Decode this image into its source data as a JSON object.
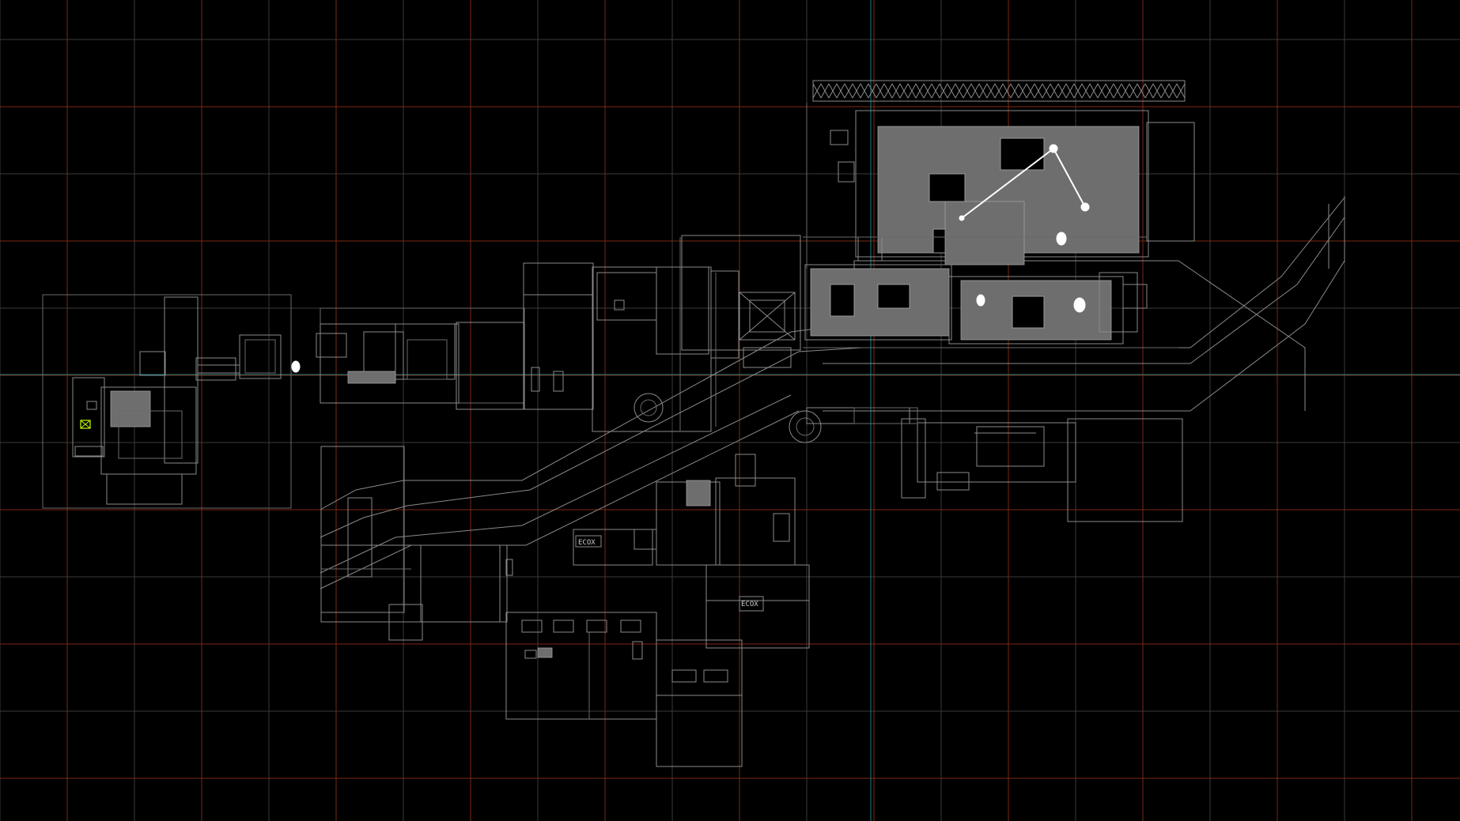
{
  "viewport": {
    "type": "top-down wireframe level editor view",
    "background": "#000000",
    "grid_major_color": "#7a2a12",
    "grid_minor_color": "#3a3a3a",
    "axis_color": "#1f7a80",
    "geometry_color": "#8a8a8a",
    "highlight_color": "#ffffff",
    "selected_color": "#c8ff00"
  },
  "markers": {
    "label_a": "ECOX",
    "label_b": "ECOX"
  }
}
